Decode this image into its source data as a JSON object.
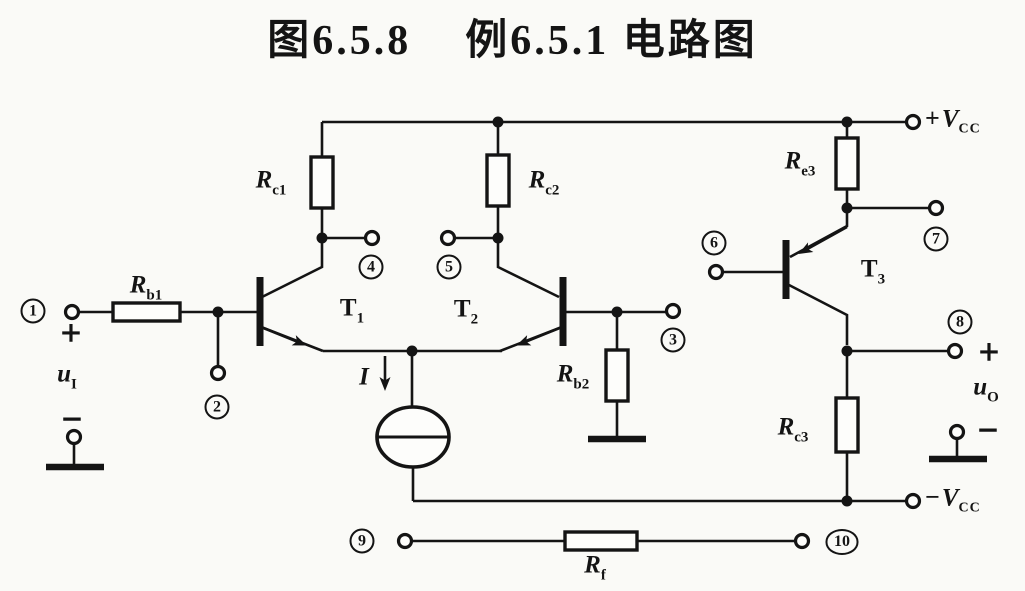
{
  "title": {
    "text": "图6.5.8    例6.5.1 电路图"
  },
  "colors": {
    "ink": "#141414",
    "paper": "#fafaf7"
  },
  "components": {
    "resistors": {
      "rb1": {
        "main": "R",
        "sub": "b1"
      },
      "rc1": {
        "main": "R",
        "sub": "c1"
      },
      "rc2": {
        "main": "R",
        "sub": "c2"
      },
      "rb2": {
        "main": "R",
        "sub": "b2"
      },
      "re3": {
        "main": "R",
        "sub": "e3"
      },
      "rc3": {
        "main": "R",
        "sub": "c3"
      },
      "rf": {
        "main": "R",
        "sub": "f"
      }
    },
    "transistors": {
      "t1": {
        "main": "T",
        "sub": "1"
      },
      "t2": {
        "main": "T",
        "sub": "2"
      },
      "t3": {
        "main": "T",
        "sub": "3"
      }
    },
    "current_source": {
      "label": "I"
    },
    "supply": {
      "positive": {
        "sign": "+",
        "main": "V",
        "sub": "CC"
      },
      "negative": {
        "sign": "−",
        "main": "V",
        "sub": "CC"
      }
    },
    "input": {
      "main": "u",
      "sub": "I",
      "plus": "+",
      "minus": "−"
    },
    "output": {
      "main": "u",
      "sub": "O",
      "plus": "+",
      "minus": "−"
    }
  },
  "terminals": {
    "n1": "1",
    "n2": "2",
    "n3": "3",
    "n4": "4",
    "n5": "5",
    "n6": "6",
    "n7": "7",
    "n8": "8",
    "n9": "9",
    "n10": "10"
  }
}
